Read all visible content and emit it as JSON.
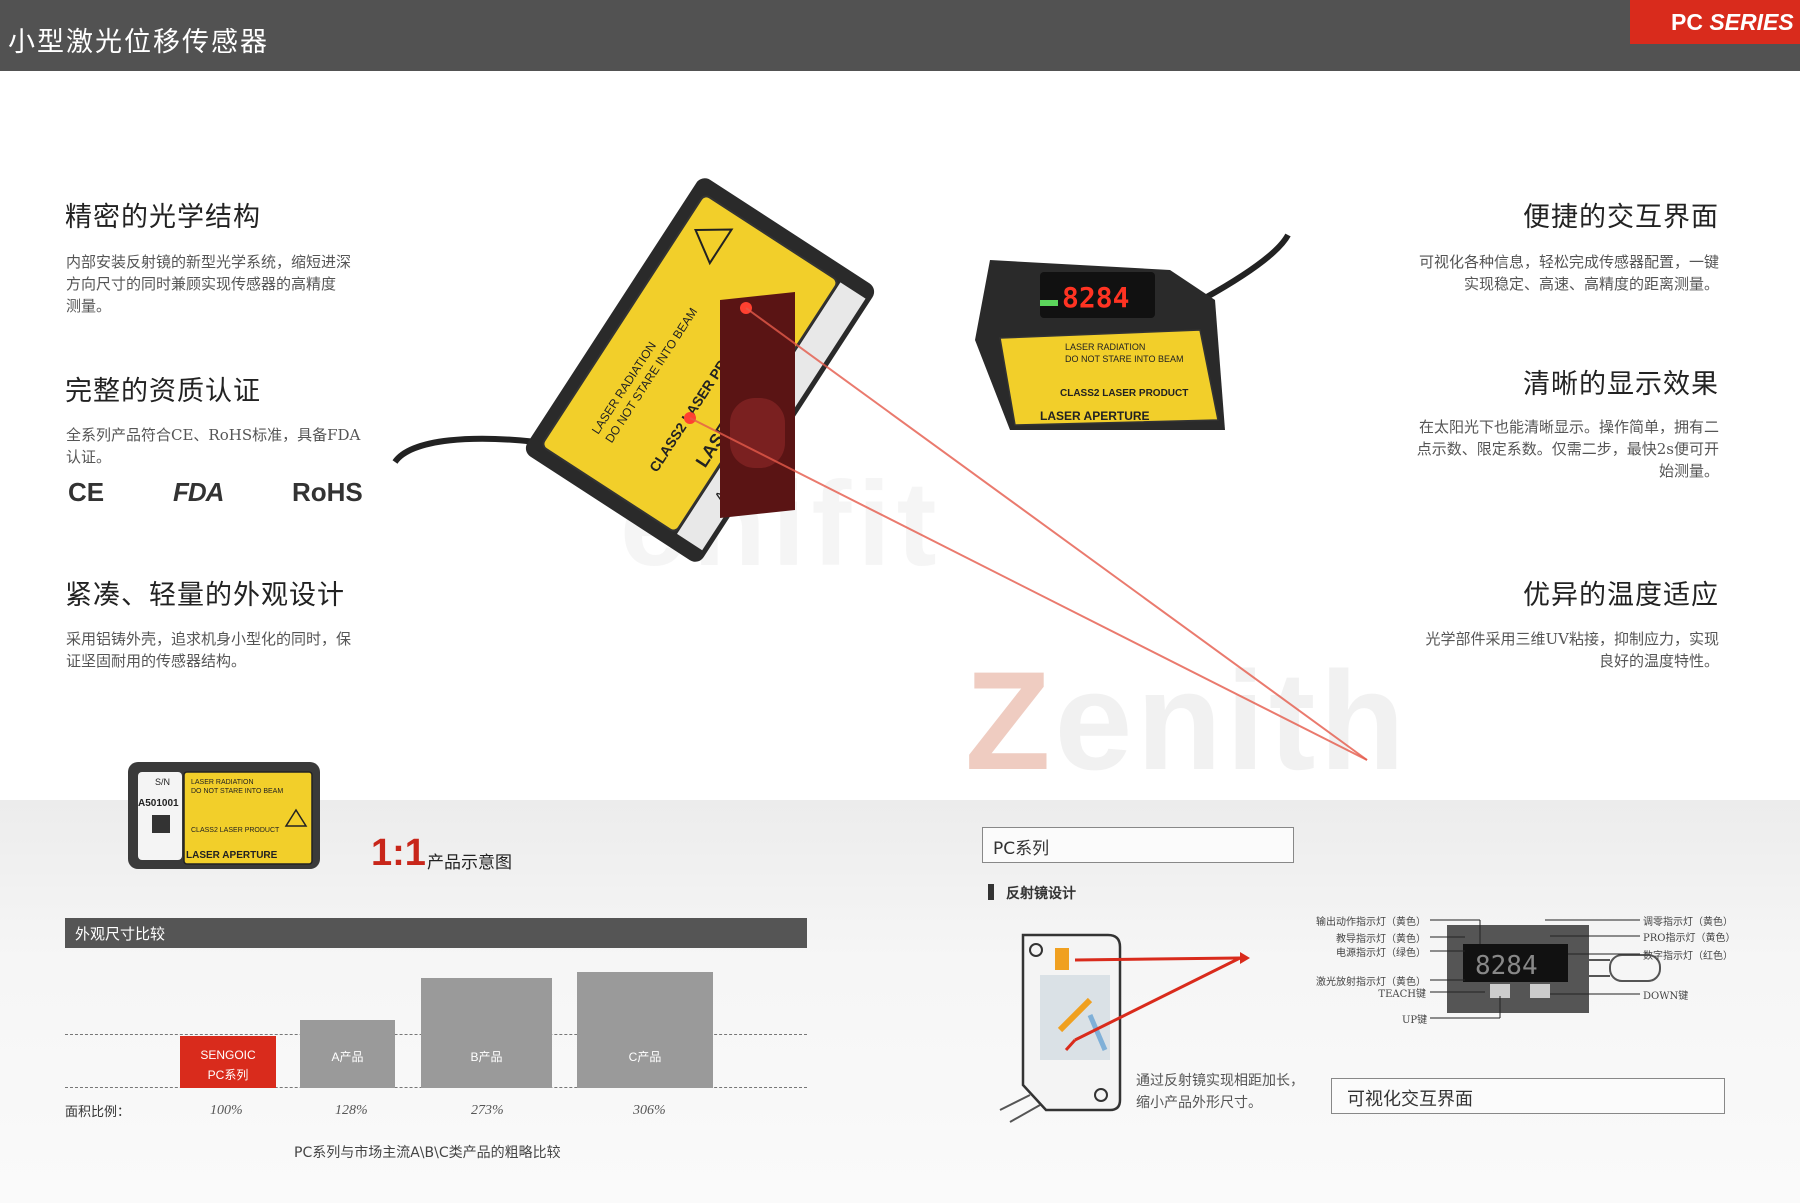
{
  "header": {
    "title": "小型激光位移传感器",
    "series_prefix": "PC",
    "series_suffix": "SERIES"
  },
  "features_left": [
    {
      "title": "精密的光学结构",
      "lines": [
        "内部安装反射镜的新型光学系统，缩短进深",
        "方向尺寸的同时兼顾实现传感器的高精度",
        "测量。"
      ]
    },
    {
      "title": "完整的资质认证",
      "lines": [
        "全系列产品符合CE、RoHS标准，具备FDA",
        "认证。"
      ]
    },
    {
      "title": "紧凑、轻量的外观设计",
      "lines": [
        "采用铝铸外壳，追求机身小型化的同时，保",
        "证坚固耐用的传感器结构。"
      ]
    }
  ],
  "features_right": [
    {
      "title": "便捷的交互界面",
      "lines": [
        "可视化各种信息，轻松完成传感器配置，一键",
        "实现稳定、高速、高精度的距离测量。"
      ]
    },
    {
      "title": "清晰的显示效果",
      "lines": [
        "在太阳光下也能清晰显示。操作简单，拥有二",
        "点示数、限定系数。仅需二步，最快2s便可开",
        "始测量。"
      ]
    },
    {
      "title": "优异的温度适应",
      "lines": [
        "光学部件采用三维UV粘接，抑制应力，实现",
        "良好的温度特性。"
      ]
    }
  ],
  "certs": [
    "CE",
    "FDA",
    "RoHS"
  ],
  "watermark": {
    "top": "enifit",
    "bottom": "Zenith"
  },
  "sensor_labels": {
    "serial_label": "S/N",
    "serial": "A501001",
    "radiation": "LASER RADIATION",
    "stare": "DO NOT STARE INTO BEAM",
    "product": "CLASS2 LASER PRODUCT",
    "aperture": "LASER APERTURE",
    "display": "8284"
  },
  "scale": {
    "ratio": "1:1",
    "label": "产品示意图"
  },
  "compare": {
    "title": "外观尺寸比较",
    "area_label": "面积比例：",
    "note": "PC系列与市场主流A\\B\\C类产品的粗略比较",
    "products": [
      {
        "name_lines": [
          "SENGOIC",
          "PC系列"
        ],
        "percent": "100%",
        "value": 100,
        "color": "#d92b1c"
      },
      {
        "name_lines": [
          "A产品"
        ],
        "percent": "128%",
        "value": 128,
        "color": "#9a9a9a"
      },
      {
        "name_lines": [
          "B产品"
        ],
        "percent": "273%",
        "value": 273,
        "color": "#9a9a9a"
      },
      {
        "name_lines": [
          "C产品"
        ],
        "percent": "306%",
        "value": 306,
        "color": "#9a9a9a"
      }
    ]
  },
  "right_panel": {
    "pc_series": "PC系列",
    "mirror_design": "反射镜设计",
    "mirror_note": [
      "通过反射镜实现相距加长，",
      "缩小产品外形尺寸。"
    ],
    "visual_interface": "可视化交互界面"
  },
  "callouts": {
    "output_led": "输出动作指示灯（黄色）",
    "teach_led": "教导指示灯（黄色）",
    "power_led": "电源指示灯（绿色）",
    "laser_led": "激光放射指示灯（黄色）",
    "teach_key": "TEACH键",
    "up_key": "UP键",
    "zero_led": "调零指示灯（黄色）",
    "pro_led": "PRO指示灯（黄色）",
    "digit_led": "数字指示灯（红色）",
    "down_key": "DOWN键"
  },
  "colors": {
    "accent": "#d92b1c",
    "header": "#525252",
    "sensor_yellow": "#f2cf2a"
  }
}
